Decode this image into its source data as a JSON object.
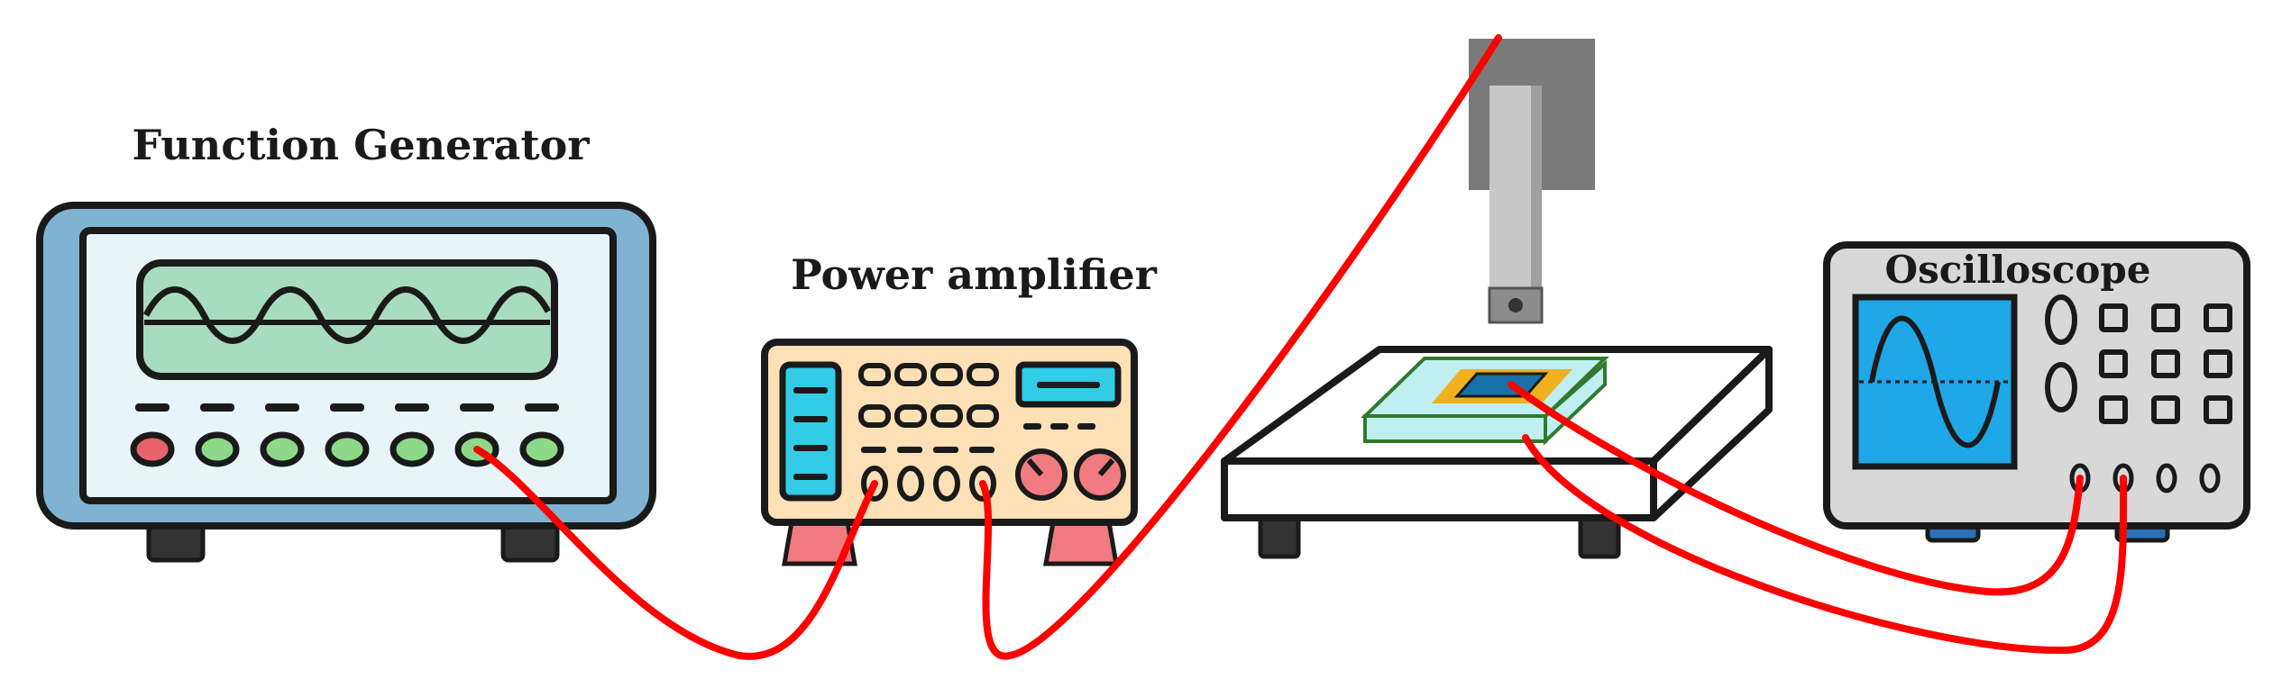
{
  "labels": {
    "function_generator": "Function Generator",
    "power_amplifier": "Power amplifier",
    "oscilloscope": "Oscilloscope"
  },
  "colors": {
    "wire": "#ff0000",
    "outline": "#1a1a1a",
    "fg_frame": "#7fb3d1",
    "fg_face": "#e8f4f8",
    "fg_screen": "#a8dcc0",
    "amp_body": "#fde0b5",
    "amp_display": "#33cce6",
    "amp_knob": "#f07b80",
    "scope_body": "#d8d8d8",
    "scope_screen": "#1fa7e8",
    "sample_outer": "#bfeff0",
    "sample_mid": "#f0b020",
    "sample_inner": "#1a70a8",
    "feet_gray": "#333333",
    "feet_pink": "#f07b80",
    "feet_blue": "#2a6fb8",
    "led_red": "#e8646a",
    "led_green": "#8ed88a",
    "actuator_dark": "#7a7a7a",
    "actuator_light": "#c8c8c8"
  }
}
